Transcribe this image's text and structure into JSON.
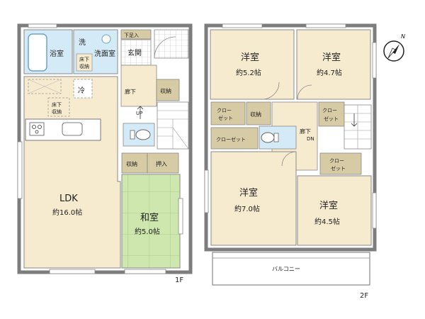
{
  "floor1": {
    "floor_label": "1F",
    "rooms": {
      "bath": "浴室",
      "wash_char": "洗",
      "washroom": "洗面室",
      "underfloor_storage_small": [
        "床下",
        "収納"
      ],
      "shoe_cabinet": "下足入",
      "entrance": "玄関",
      "fridge": "冷",
      "hallway": "廊下",
      "storage_hall": "収納",
      "underfloor_storage_kitchen": [
        "床下",
        "収納"
      ],
      "up_label": "UP",
      "storage_lower": "収納",
      "closet": "押入",
      "ldk_name": "LDK",
      "ldk_size": "約16.0帖",
      "washitsu_name": "和室",
      "washitsu_size": "約5.0帖"
    }
  },
  "floor2": {
    "floor_label": "2F",
    "rooms": {
      "room_a_name": "洋室",
      "room_a_size": "約5.2帖",
      "room_b_name": "洋室",
      "room_b_size": "約4.7帖",
      "closet_a": [
        "クロー",
        "ゼット"
      ],
      "storage_a": "収納",
      "closet_b": [
        "クロー",
        "ゼット"
      ],
      "closet_long": "クローゼット",
      "hallway": "廊下",
      "dn_label": "DN",
      "closet_c": [
        "クロー",
        "ゼット"
      ],
      "room_c_name": "洋室",
      "room_c_size": "約7.0帖",
      "room_d_name": "洋室",
      "room_d_size": "約4.5帖",
      "balcony": "バルコニー"
    }
  },
  "compass": {
    "north_label": "N",
    "icon": "compass-icon"
  },
  "colors": {
    "wall": "#7d7d7d",
    "floor_wood": "#f7ebcf",
    "tatami": "#cde7ae",
    "storage": "#d7cba5",
    "tile": "#ffffff",
    "bath_blue": "#d4eaf7"
  }
}
